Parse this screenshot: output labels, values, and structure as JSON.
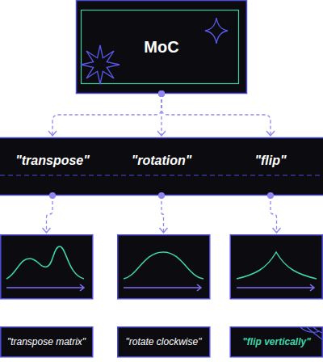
{
  "diagram": {
    "nodes": [
      {
        "text": [
          "MoC"
        ]
      },
      {
        "text": [
          "\"transpose\""
        ]
      },
      {
        "text": [
          "\"rotation\""
        ]
      },
      {
        "text": [
          "\"flip\""
        ]
      },
      {
        "text": [
          "\"transpose matrix\""
        ]
      },
      {
        "text": [
          "\"rotate clockwise\""
        ]
      },
      {
        "text": [
          "\"flip vertically\""
        ]
      }
    ],
    "edges": [
      {
        "from": 0,
        "to": 1,
        "arrow": "to"
      },
      {
        "from": 0,
        "to": 2,
        "arrow": "to"
      },
      {
        "from": 0,
        "to": 3,
        "arrow": "to"
      },
      {
        "from": 1,
        "to": 4,
        "arrow": "to"
      },
      {
        "from": 2,
        "to": 5,
        "arrow": "to"
      },
      {
        "from": 3,
        "to": 6,
        "arrow": "to"
      }
    ]
  }
}
